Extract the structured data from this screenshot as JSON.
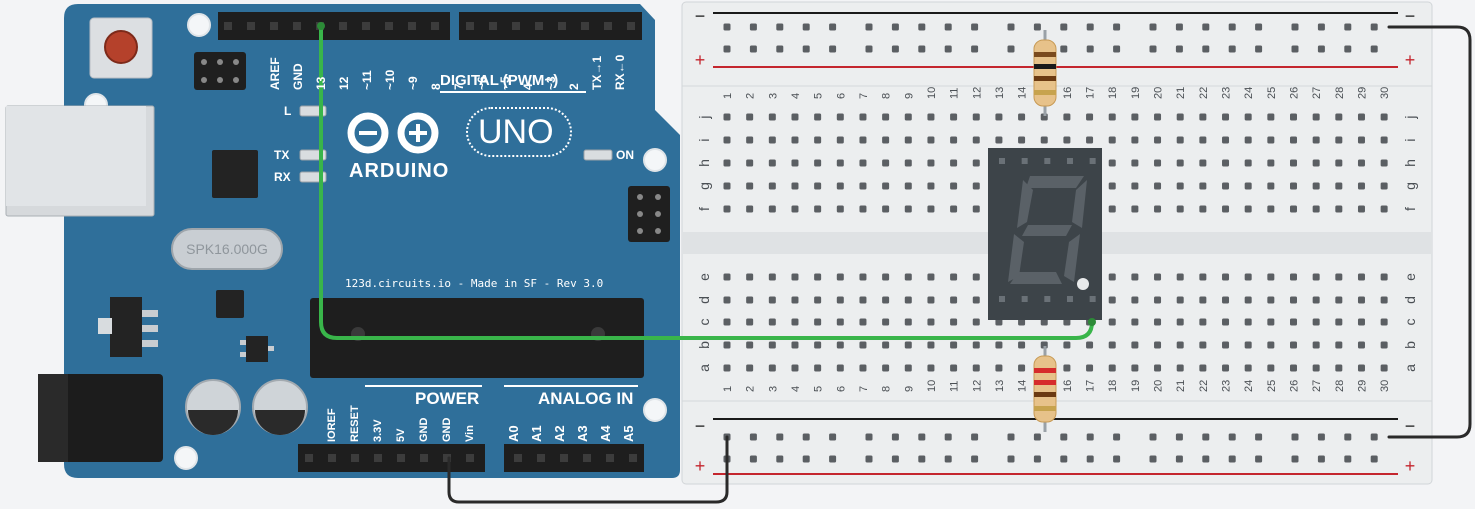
{
  "arduino": {
    "board_color": "#2f6f9a",
    "brand": "ARDUINO",
    "model": "UNO",
    "revision": "123d.circuits.io - Made in SF - Rev 3.0",
    "crystal": "SPK16.000G",
    "power_section": "POWER",
    "analog_section": "ANALOG IN",
    "digital_section": "DIGITAL (PWM~)",
    "led_l": "L",
    "led_tx": "TX",
    "led_rx": "RX",
    "led_on": "ON",
    "digital_pins": [
      "AREF",
      "GND",
      "13",
      "12",
      "~11",
      "~10",
      "~9",
      "8",
      "7",
      "~6",
      "~5",
      "4",
      "~3",
      "2",
      "TX→1",
      "RX←0"
    ],
    "power_pins": [
      "IOREF",
      "RESET",
      "3.3V",
      "5V",
      "GND",
      "GND",
      "Vin"
    ],
    "analog_pins": [
      "A0",
      "A1",
      "A2",
      "A3",
      "A4",
      "A5"
    ]
  },
  "breadboard": {
    "columns": 30,
    "rows_top": [
      "j",
      "i",
      "h",
      "g",
      "f"
    ],
    "rows_bottom": [
      "e",
      "d",
      "c",
      "b",
      "a"
    ],
    "rail_minus": "−",
    "rail_plus": "+"
  },
  "seven_segment": {
    "display_digit": "8",
    "body_color": "#3d4449"
  },
  "wires": [
    {
      "from": "D13",
      "to": "display pin (row c, col 17)",
      "color": "#39b54a"
    },
    {
      "from": "GND (power header)",
      "to": "bottom rail −",
      "color": "#2a2a2a"
    },
    {
      "from": "top rail −",
      "to": "bottom rail −",
      "color": "#2a2a2a"
    }
  ],
  "resistors": [
    {
      "location": "top rail to column 15"
    },
    {
      "location": "bottom rail to column 15"
    }
  ]
}
